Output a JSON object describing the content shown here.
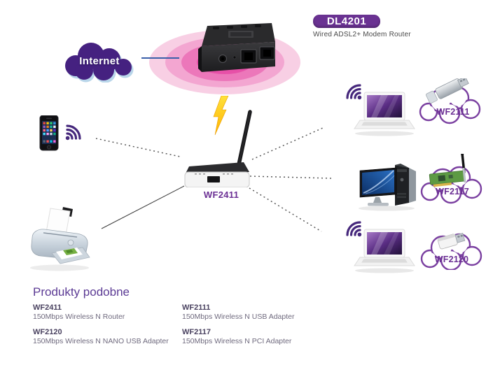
{
  "header": {
    "model_badge": "DL4201",
    "model_subtitle": "Wired ADSL2+ Modem Router"
  },
  "internet": {
    "label": "Internet"
  },
  "router": {
    "label": "WF2411"
  },
  "adapter_clouds": {
    "usb": {
      "label": "WF2111"
    },
    "pci": {
      "label": "WF2117"
    },
    "nano": {
      "label": "WF2120"
    }
  },
  "products": {
    "heading": "Produkty podobne",
    "items": [
      {
        "name": "WF2411",
        "desc": "150Mbps Wireless N Router"
      },
      {
        "name": "WF2111",
        "desc": "150Mbps Wireless N USB Adapter"
      },
      {
        "name": "WF2120",
        "desc": "150Mbps Wireless N NANO USB Adapter"
      },
      {
        "name": "WF2117",
        "desc": "150Mbps Wireless N PCI Adapter"
      }
    ]
  },
  "icons": {
    "wifi": "wifi-signal-icon",
    "lightning": "lightning-bolt-icon",
    "cloud": "cloud-outline-icon"
  },
  "colors": {
    "brand_purple": "#6a3292",
    "label_purple": "#6b2f94",
    "heading_purple": "#5b3a94",
    "signal_magenta": "#e750a8",
    "wifi_purple": "#46287c",
    "link_blue": "#3a5fa9",
    "bolt_yellow": "#ffd21a"
  }
}
